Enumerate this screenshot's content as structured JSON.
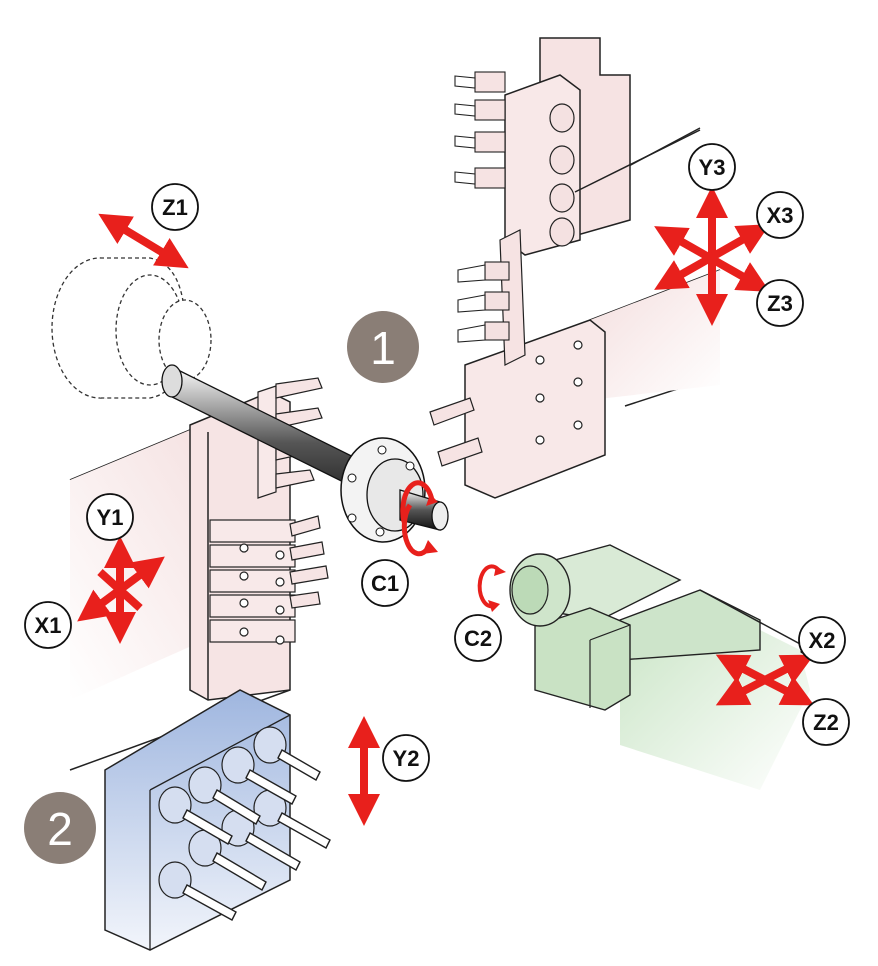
{
  "colors": {
    "axis_arrow": "#e8201c",
    "turret_pink": "#f6e6e6",
    "gang_blue": "#a9bce0",
    "sub_spindle_green": "#cfe6cc",
    "number_badge": "#8a7e76",
    "outline": "#222222"
  },
  "stations": {
    "one": "1",
    "two": "2"
  },
  "axes": {
    "z1": "Z1",
    "y1": "Y1",
    "x1": "X1",
    "c1": "C1",
    "y2": "Y2",
    "x2": "X2",
    "z2": "Z2",
    "c2": "C2",
    "y3": "Y3",
    "x3": "X3",
    "z3": "Z3"
  }
}
